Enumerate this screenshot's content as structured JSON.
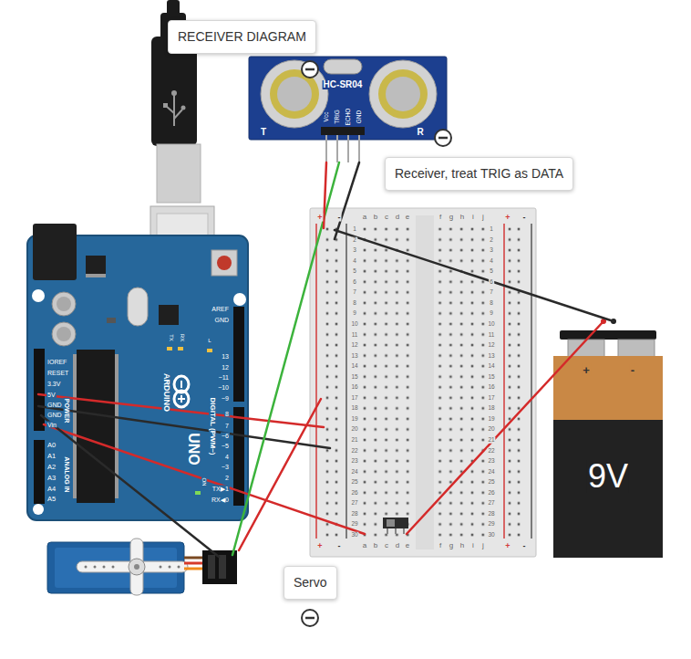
{
  "diagram": {
    "nodes": [
      {
        "text": [
          "RECEIVER DIAGRAM"
        ]
      },
      {
        "text": [
          "Receiver, treat TRIG as DATA"
        ]
      },
      {
        "text": [
          "Servo"
        ]
      }
    ],
    "labels": [
      "HC-SR04",
      "T",
      "R",
      "Vcc",
      "TRIG",
      "ECHO",
      "GND",
      "IOREF",
      "RESET",
      "3.3V",
      "5V",
      "GND",
      "GND",
      "Vin",
      "A0",
      "A1",
      "A2",
      "A3",
      "A4",
      "A5",
      "POWER",
      "ANALOG IN",
      "AREF",
      "GND",
      "13",
      "12",
      "~11",
      "~10",
      "~9",
      "8",
      "7",
      "~6",
      "~5",
      "4",
      "~3",
      "2",
      "TX▶1",
      "RX◀0",
      "DIGITAL (PWM~)",
      "UNO",
      "ARDUINO",
      "TX",
      "RX",
      "L",
      "ON",
      "a",
      "b",
      "c",
      "d",
      "e",
      "f",
      "g",
      "h",
      "i",
      "j",
      "a",
      "b",
      "c",
      "d",
      "e",
      "f",
      "g",
      "h",
      "i",
      "j",
      "+",
      "-",
      "+",
      "-",
      "+",
      "-",
      "+",
      "-",
      "1",
      "2",
      "3",
      "4",
      "5",
      "6",
      "7",
      "8",
      "9",
      "10",
      "11",
      "12",
      "13",
      "14",
      "15",
      "16",
      "17",
      "18",
      "19",
      "20",
      "21",
      "22",
      "23",
      "24",
      "25",
      "26",
      "27",
      "28",
      "29",
      "30",
      "1",
      "2",
      "3",
      "4",
      "5",
      "6",
      "7",
      "8",
      "9",
      "10",
      "11",
      "12",
      "13",
      "14",
      "15",
      "16",
      "17",
      "18",
      "19",
      "20",
      "21",
      "22",
      "23",
      "24",
      "25",
      "26",
      "27",
      "28",
      "29",
      "30",
      "9V",
      "+",
      "-"
    ]
  }
}
